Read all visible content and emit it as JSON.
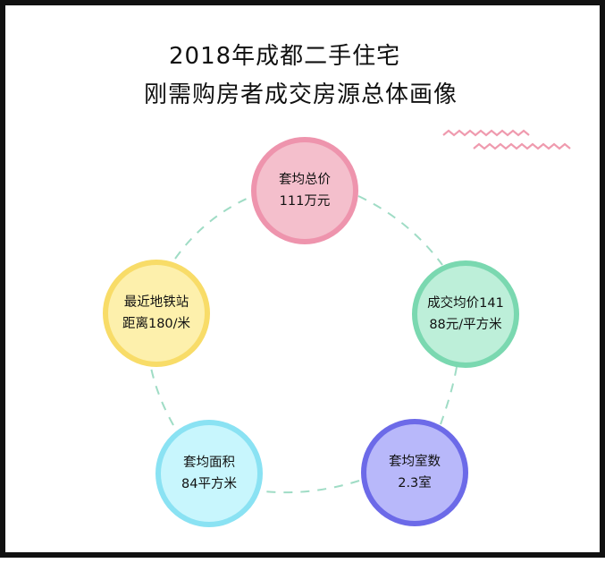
{
  "title": {
    "line1": "2018年成都二手住宅",
    "line2": "刚需购房者成交房源总体画像"
  },
  "nodes": [
    {
      "line1": "套均总价",
      "line2": "111万元",
      "fill": "#f4bfcc",
      "border": "#ee94ad"
    },
    {
      "line1": "成交均价141",
      "line2": "88元/平方米",
      "fill": "#bdefd9",
      "border": "#7ad8b0"
    },
    {
      "line1": "套均室数",
      "line2": "2.3室",
      "fill": "#b8b8fa",
      "border": "#6c6ae8"
    },
    {
      "line1": "套均面积",
      "line2": "84平方米",
      "fill": "#c8f6fd",
      "border": "#8ae2f3"
    },
    {
      "line1": "最近地铁站",
      "line2": "距离180/米",
      "fill": "#fdf0ac",
      "border": "#f8dc68"
    }
  ],
  "colors": {
    "connector": "#9fdcc5",
    "zigzag": "#ef9aae",
    "frame": "#111111"
  }
}
